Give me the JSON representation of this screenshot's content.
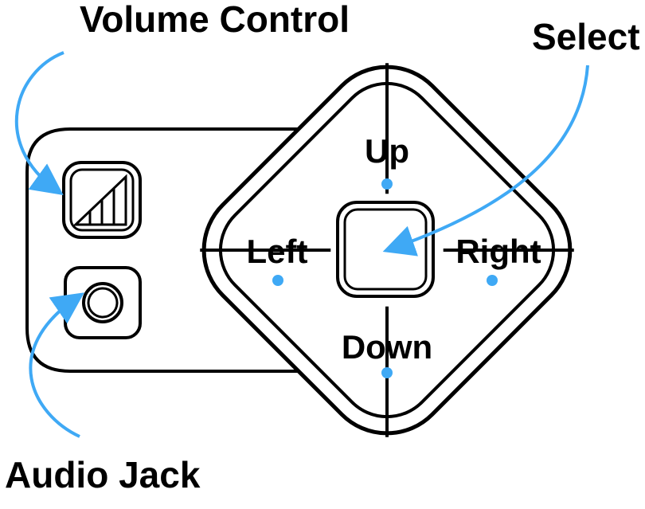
{
  "callouts": {
    "volume_control": "Volume Control",
    "select": "Select",
    "audio_jack": "Audio Jack"
  },
  "buttons": {
    "up": "Up",
    "down": "Down",
    "left": "Left",
    "right": "Right"
  },
  "colors": {
    "accent": "#3fa9f5",
    "outline": "#000000",
    "background": "#ffffff"
  },
  "icons": {
    "volume": "volume-bars-icon",
    "audio_jack": "audio-jack-icon"
  }
}
